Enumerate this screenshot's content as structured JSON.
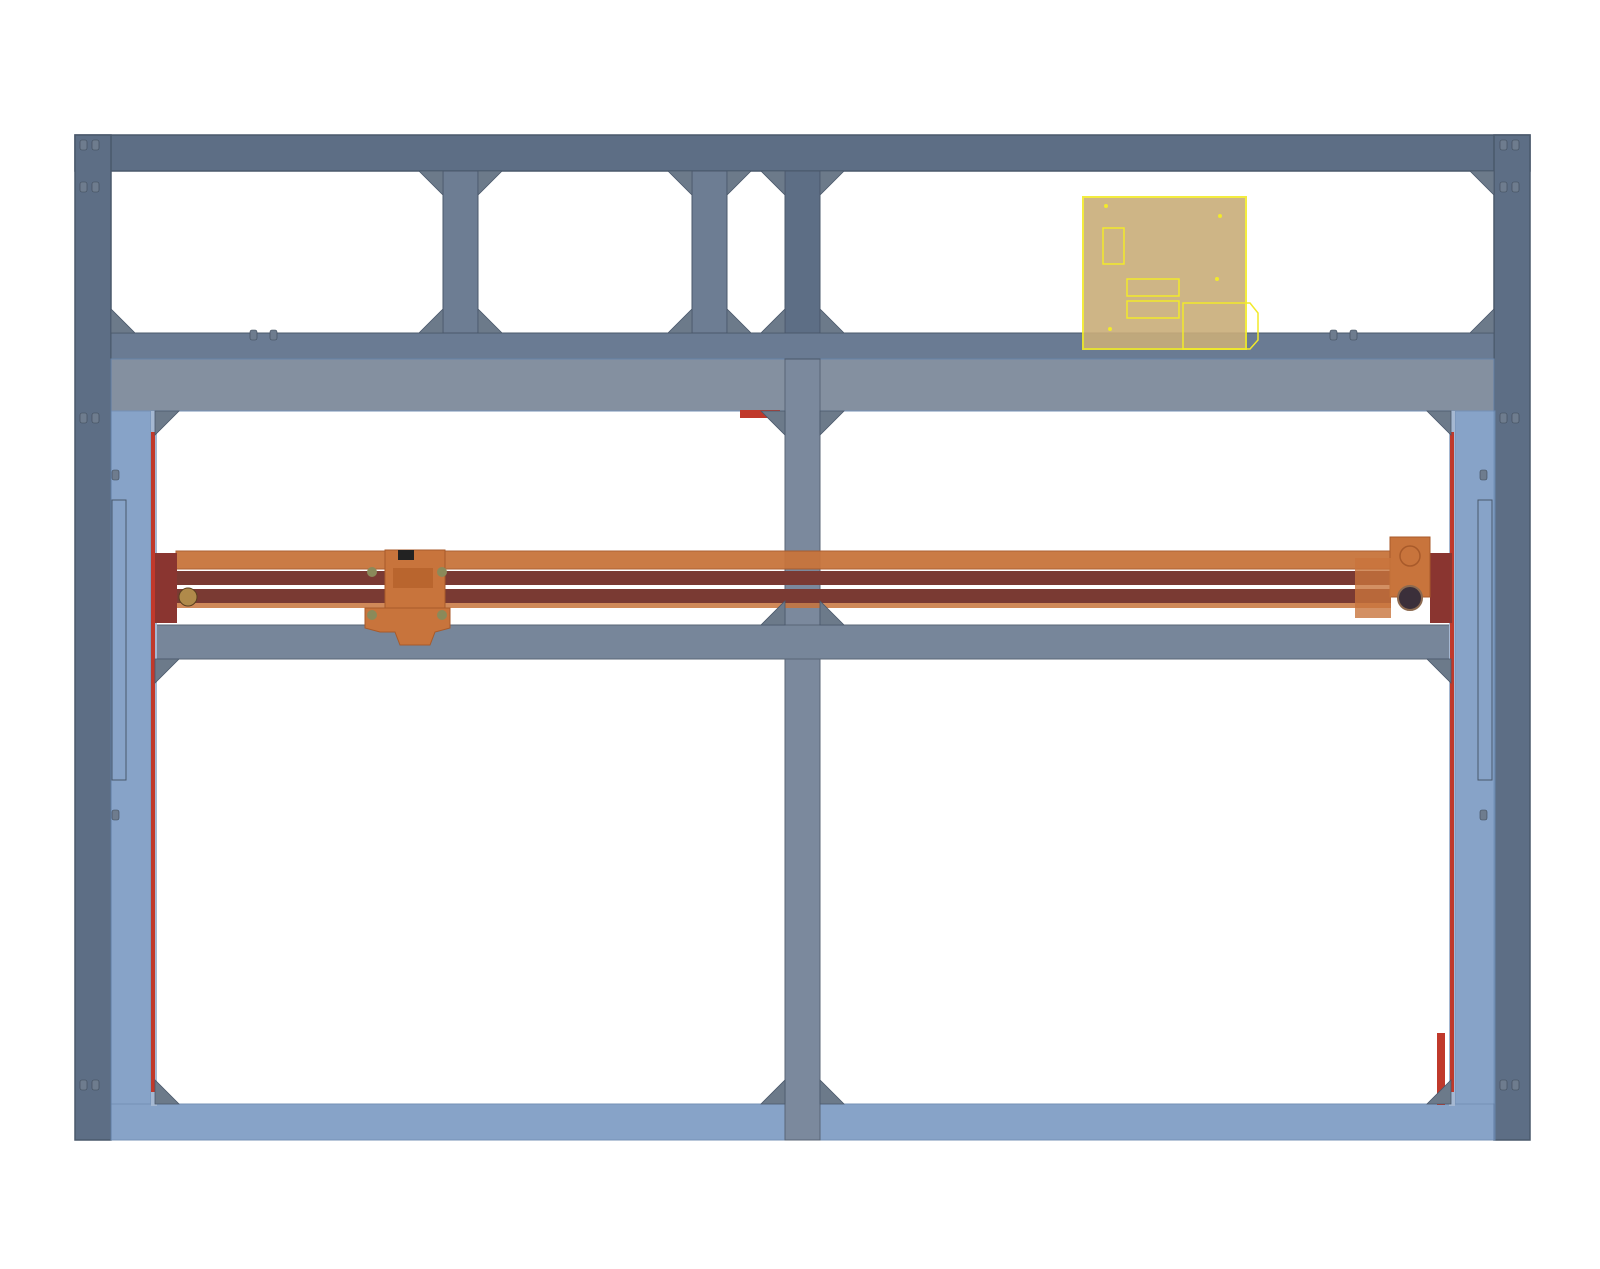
{
  "colors": {
    "background": "#ffffff",
    "frame_steel": "#5d6e85",
    "frame_steel_edge": "#4a586b",
    "inner_frame": "#7d9cc4",
    "inner_frame_edge": "#6a88b0",
    "gantry_orange": "#c8743c",
    "gantry_orange_dark": "#a85a2a",
    "rail_red": "#7a3a33",
    "side_red": "#c0392b",
    "bracket": "#6c7a8a",
    "controller_fill": "#c9ad7a",
    "controller_outline": "#f2ea2a"
  },
  "parts": [
    {
      "id": "outer-frame",
      "label": ""
    },
    {
      "id": "inner-frame",
      "label": ""
    },
    {
      "id": "gantry",
      "label": ""
    },
    {
      "id": "carriage",
      "label": ""
    },
    {
      "id": "controller-board",
      "label": ""
    }
  ]
}
